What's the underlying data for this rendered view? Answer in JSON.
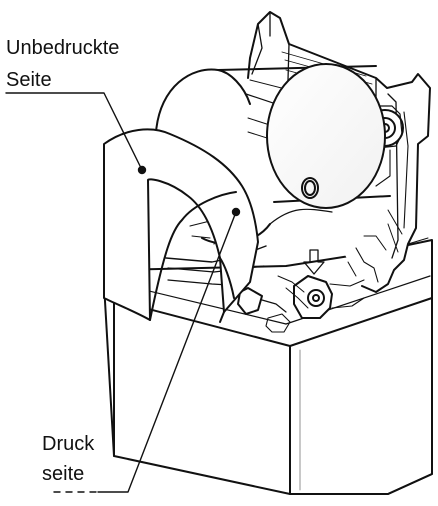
{
  "labels": {
    "unprinted_side": {
      "line1": "Unbedruckte",
      "line2": "Seite"
    },
    "printed_side": {
      "line1": "Druck",
      "line2": "seite"
    }
  },
  "colors": {
    "line": "#111111",
    "background": "#ffffff",
    "shade": "#f5f5f5"
  }
}
